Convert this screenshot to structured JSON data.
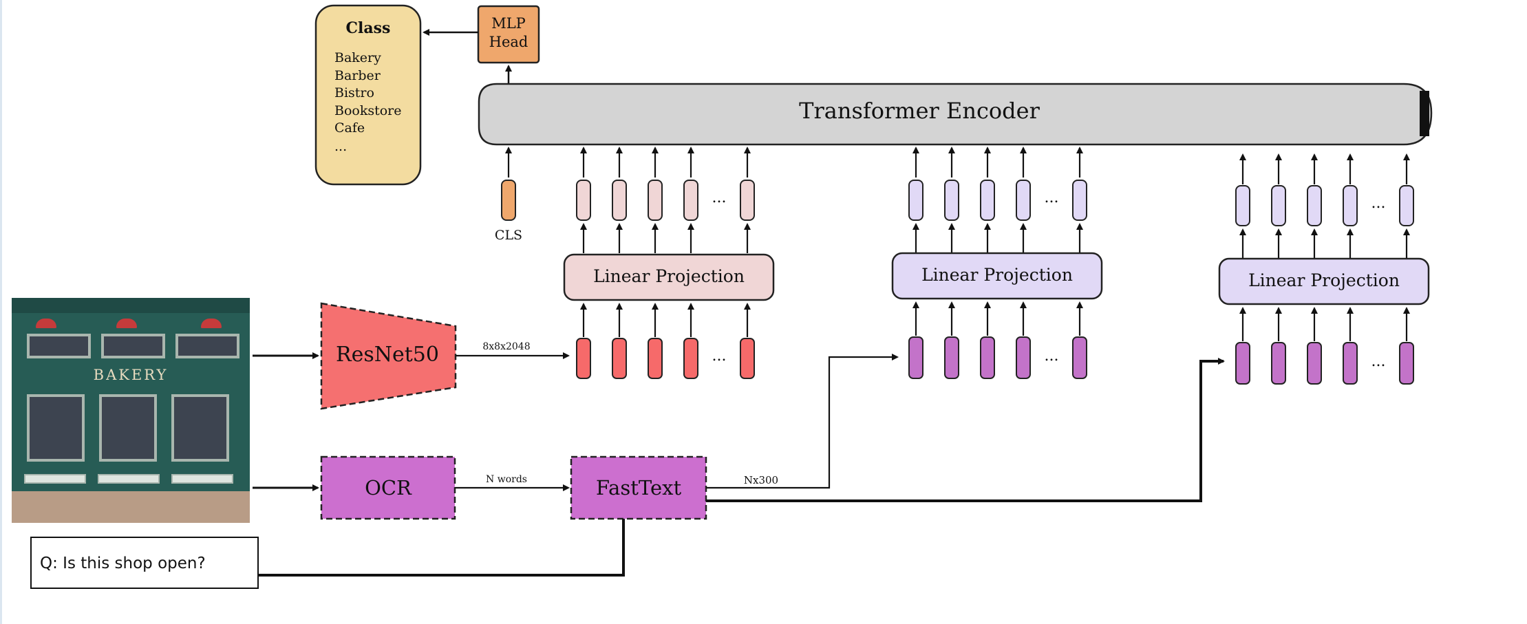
{
  "class_box": {
    "title": "Class",
    "items": [
      "Bakery",
      "Barber",
      "Bistro",
      "Bookstore",
      "Cafe",
      "..."
    ]
  },
  "mlp_head": {
    "line1": "MLP",
    "line2": "Head"
  },
  "transformer": {
    "label": "Transformer Encoder"
  },
  "cls_label": "CLS",
  "linear_projection": {
    "label": "Linear Projection"
  },
  "resnet": {
    "label": "ResNet50",
    "output_dims": "8x8x2048"
  },
  "ocr": {
    "label": "OCR",
    "output": "N words"
  },
  "fasttext": {
    "label": "FastText",
    "output_dims": "Nx300"
  },
  "ellipsis": "...",
  "image": {
    "sign_text": "BAKERY"
  },
  "question": {
    "text": "Q: Is this shop open?"
  },
  "colors": {
    "class_fill": "#f3dca0",
    "mlp_fill": "#efa76c",
    "transformer_fill": "#d4d4d4",
    "visual_token": "#f66a6a",
    "visual_embed": "#f0d6d6",
    "text_token": "#c373c9",
    "text_embed": "#e1d9f6",
    "resnet_fill": "#f57070",
    "ocr_fill": "#cc6fcf"
  }
}
